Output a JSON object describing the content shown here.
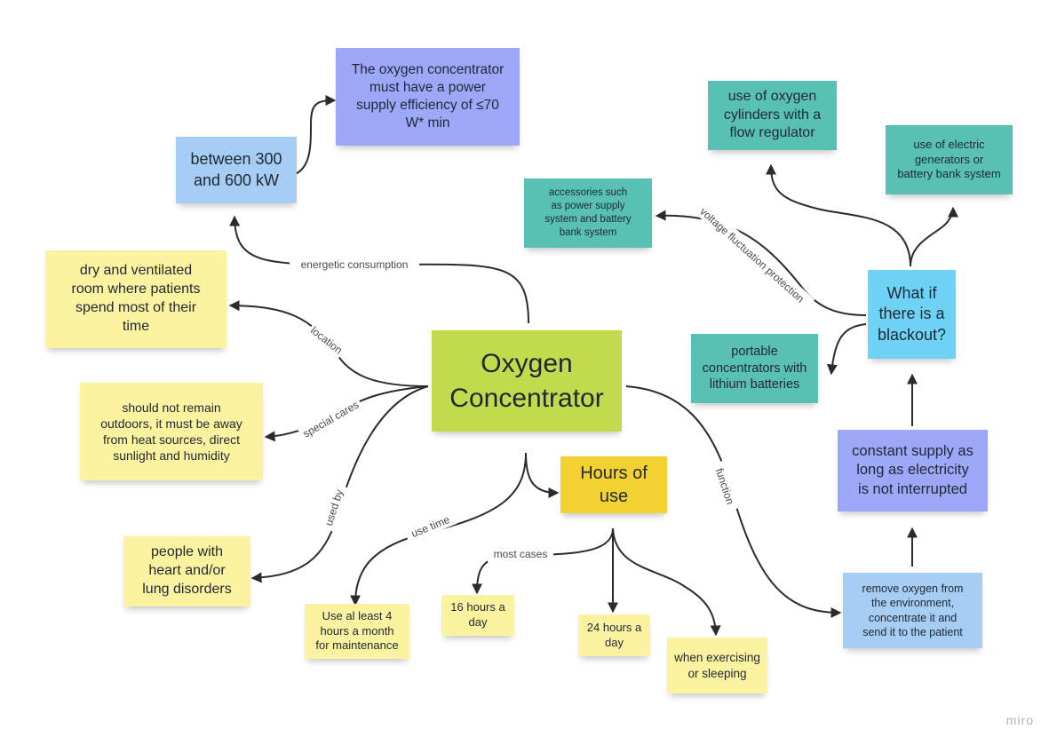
{
  "nodes": {
    "center": "Oxygen\nConcentrator",
    "power_efficiency": "The oxygen concentrator\nmust have a power\nsupply efficiency of ≤70\nW* min",
    "kw_range": "between 300\nand 600 kW",
    "room": "dry and ventilated\nroom where patients\nspend most of their\ntime",
    "special": "should not remain\noutdoors, it must be away\nfrom heat sources, direct\nsunlight and humidity",
    "people": "people with\nheart and/or\nlung disorders",
    "maintenance": "Use al least 4\nhours a month\nfor maintenance",
    "hours_of_use": "Hours of\nuse",
    "h16": "16 hours a\nday",
    "h24": "24 hours a\nday",
    "exercising": "when exercising\nor sleeping",
    "remove_oxygen": "remove oxygen from\nthe environment,\nconcentrate it and\nsend it to the patient",
    "constant_supply": "constant supply as\nlong as electricity\nis not interrupted",
    "blackout": "What if\nthere is a\nblackout?",
    "portable": "portable\nconcentrators with\nlithium batteries",
    "accessories": "accessories such\nas power supply\nsystem and battery\nbank system",
    "cylinders": "use of oxygen\ncylinders with a\nflow regulator",
    "generators": "use of electric\ngenerators or\nbattery bank system"
  },
  "edge_labels": {
    "energetic": "energetic consumption",
    "location": "location",
    "special_cares": "special cares",
    "used_by": "used by",
    "use_time": "use time",
    "most_cases": "most cases",
    "function": "function",
    "voltage": "voltage fluctuation protection"
  },
  "watermark": "miro",
  "colors": {
    "yellow": "#fcf3a1",
    "teal": "#58c1b4",
    "blue": "#a6cdf3",
    "purple": "#9da9f8",
    "cyan": "#6fd3f5",
    "lime": "#c2db4c",
    "gold": "#f2d130"
  }
}
